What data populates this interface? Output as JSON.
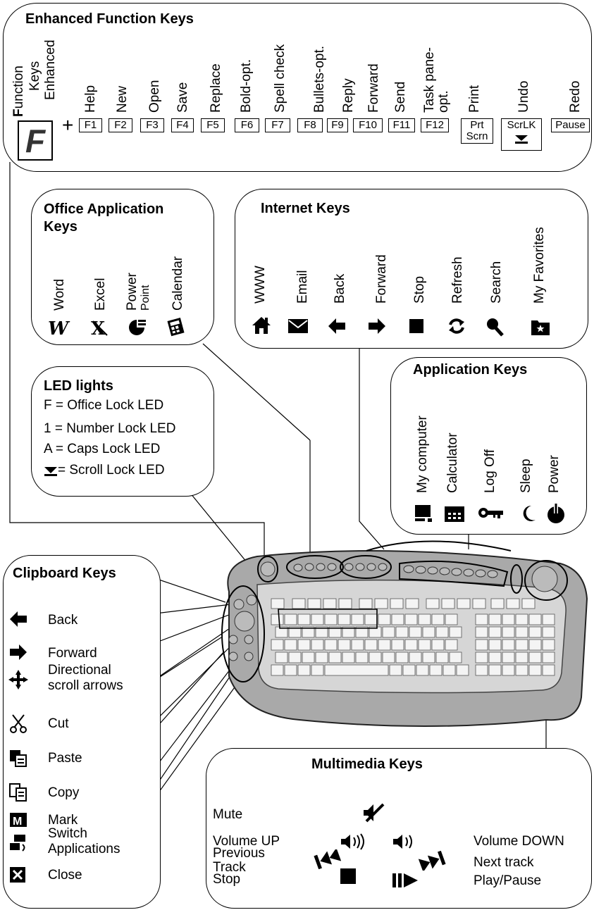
{
  "function_panel": {
    "title": "Enhanced Function Keys",
    "f_first_letter": "F",
    "f_label_rest1": "unction",
    "f_label2": "Keys",
    "f_label3": "Enhanced",
    "f_logo": "F",
    "plus": "+",
    "keys": [
      {
        "label": "Help",
        "key": "F1"
      },
      {
        "label": "New",
        "key": "F2"
      },
      {
        "label": "Open",
        "key": "F3"
      },
      {
        "label": "Save",
        "key": "F4"
      },
      {
        "label": "Replace",
        "key": "F5"
      },
      {
        "label": "Bold-opt.",
        "key": "F6"
      },
      {
        "label": "Spell check",
        "key": "F7"
      },
      {
        "label": "Bullets-opt.",
        "key": "F8"
      },
      {
        "label": "Reply",
        "key": "F9"
      },
      {
        "label": "Forward",
        "key": "F10"
      },
      {
        "label": "Send",
        "key": "F11"
      },
      {
        "label": "Task pane-",
        "label2": "opt.",
        "key": "F12"
      },
      {
        "label": "Print",
        "key": "Prt",
        "key2": "Scrn"
      },
      {
        "label": "Undo",
        "key": "ScrLK"
      },
      {
        "label": "Redo",
        "key": "Pause"
      }
    ]
  },
  "office_panel": {
    "title1": "Office Application",
    "title2": "Keys",
    "items": [
      {
        "label": "Word",
        "icon": "word-icon"
      },
      {
        "label": "Excel",
        "icon": "excel-icon"
      },
      {
        "label": "Power",
        "label2": "Point",
        "icon": "powerpoint-icon"
      },
      {
        "label": "Calendar",
        "icon": "calendar-icon"
      }
    ]
  },
  "internet_panel": {
    "title": "Internet Keys",
    "items": [
      {
        "label": "WWW",
        "icon": "home-icon"
      },
      {
        "label": "Email",
        "icon": "envelope-icon"
      },
      {
        "label": "Back",
        "icon": "arrow-left-icon"
      },
      {
        "label": "Forward",
        "icon": "arrow-right-icon"
      },
      {
        "label": "Stop",
        "icon": "stop-icon"
      },
      {
        "label": "Refresh",
        "icon": "refresh-icon"
      },
      {
        "label": "Search",
        "icon": "magnifier-icon"
      },
      {
        "label": "My Favorites",
        "icon": "favorites-folder-icon"
      }
    ]
  },
  "led_panel": {
    "title": "LED lights",
    "lines": [
      "F = Office Lock LED",
      "1 = Number Lock LED",
      "A = Caps Lock LED",
      "= Scroll Lock LED"
    ]
  },
  "application_panel": {
    "title": "Application Keys",
    "items": [
      {
        "label": "My computer",
        "icon": "computer-icon"
      },
      {
        "label": "Calculator",
        "icon": "calculator-icon"
      },
      {
        "label": "Log Off",
        "icon": "key-icon"
      },
      {
        "label": "Sleep",
        "icon": "moon-icon"
      },
      {
        "label": "Power",
        "icon": "power-icon"
      }
    ]
  },
  "clipboard_panel": {
    "title": "Clipboard Keys",
    "items": [
      {
        "label": "Back",
        "icon": "arrow-left-icon"
      },
      {
        "label": "Forward",
        "icon": "arrow-right-icon"
      },
      {
        "label": "Directional",
        "label2": "scroll arrows",
        "icon": "four-way-arrows-icon"
      },
      {
        "label": "Cut",
        "icon": "scissors-icon"
      },
      {
        "label": "Paste",
        "icon": "paste-icon"
      },
      {
        "label": "Copy",
        "icon": "copy-icon"
      },
      {
        "label": "Mark",
        "icon": "mark-icon"
      },
      {
        "label": "Switch",
        "label2": "Applications",
        "icon": "switch-apps-icon"
      },
      {
        "label": "Close",
        "icon": "close-icon"
      }
    ]
  },
  "multimedia_panel": {
    "title": "Multimedia Keys",
    "mute": "Mute",
    "volume_up": "Volume UP",
    "volume_down": "Volume DOWN",
    "previous": "Previous",
    "previous2": "Track",
    "next": "Next track",
    "stop": "Stop",
    "play_pause": "Play/Pause"
  },
  "colors": {
    "keyboard_body": "#a9a9a9",
    "keyboard_top": "#d6d6d6",
    "key_face": "#f4f4f4",
    "line": "#000000"
  }
}
